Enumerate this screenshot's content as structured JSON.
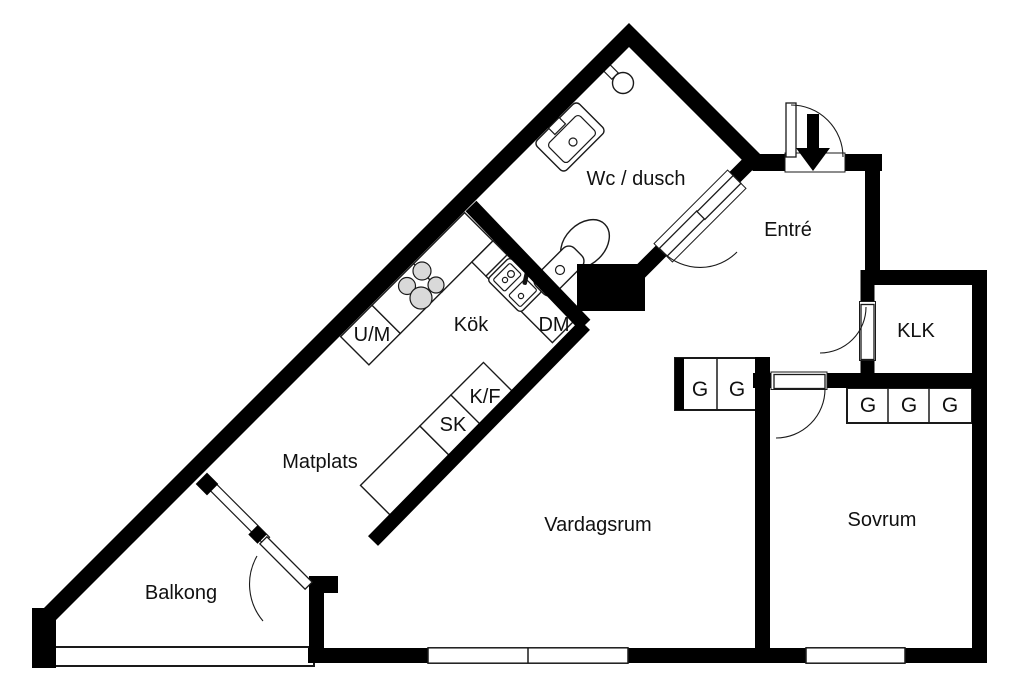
{
  "floor_plan": {
    "rooms": {
      "bathroom": "Wc / dusch",
      "hall": "Entré",
      "closet": "KLK",
      "kitchen": "Kök",
      "dining": "Matplats",
      "living_room": "Vardagsrum",
      "bedroom": "Sovrum",
      "balcony": "Balkong"
    },
    "kitchen_units": {
      "oven_microwave": "U/M",
      "dishwasher": "DM",
      "fridge_freezer": "K/F",
      "tall_cabinet": "SK"
    },
    "wardrobes": {
      "hall": [
        "G",
        "G"
      ],
      "bedroom": [
        "G",
        "G",
        "G"
      ]
    },
    "entrance": {
      "arrow_direction": "down"
    },
    "colors": {
      "walls": "#000000",
      "background": "#ffffff",
      "fixture_line": "#1a1a1a",
      "burner_fill": "#d9d9d9"
    }
  }
}
